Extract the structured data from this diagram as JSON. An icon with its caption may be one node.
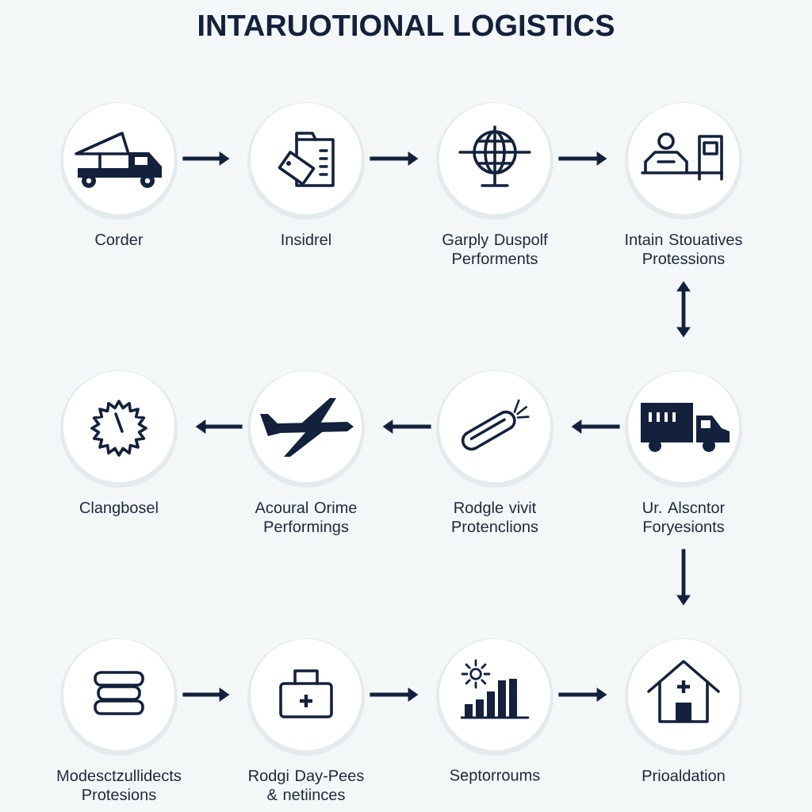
{
  "diagram": {
    "title": "INTARUOTIONAL LOGISTICS",
    "nodes": [
      {
        "text": [
          "Corder"
        ]
      },
      {
        "text": [
          "Insidrel"
        ]
      },
      {
        "text": [
          "Garply Duspolf Performents"
        ]
      },
      {
        "text": [
          "Intain Stouatives Protessions"
        ]
      },
      {
        "text": [
          "Clangbosel"
        ]
      },
      {
        "text": [
          "Acoural Orime Performings"
        ]
      },
      {
        "text": [
          "Rodgle vivit Protenclions"
        ]
      },
      {
        "text": [
          "Ur. Alscntor Foryesionts"
        ]
      },
      {
        "text": [
          "Modesctzullidects Protesions"
        ]
      },
      {
        "text": [
          "Rodgi Day-Pees & netiinces"
        ]
      },
      {
        "text": [
          "Septorroums"
        ]
      },
      {
        "text": [
          "Prioaldation"
        ]
      }
    ],
    "edges": [
      {
        "from": 0,
        "to": 1,
        "arrow": "to"
      },
      {
        "from": 1,
        "to": 2,
        "arrow": "to"
      },
      {
        "from": 2,
        "to": 3,
        "arrow": "to"
      },
      {
        "from": 3,
        "to": 7,
        "arrow": "both"
      },
      {
        "from": 7,
        "to": 6,
        "arrow": "to"
      },
      {
        "from": 6,
        "to": 5,
        "arrow": "to"
      },
      {
        "from": 5,
        "to": 4,
        "arrow": "to"
      },
      {
        "from": 7,
        "to": 11,
        "arrow": "to"
      },
      {
        "from": 8,
        "to": 9,
        "arrow": "to"
      },
      {
        "from": 9,
        "to": 10,
        "arrow": "to"
      },
      {
        "from": 10,
        "to": 11,
        "arrow": "to"
      }
    ]
  }
}
